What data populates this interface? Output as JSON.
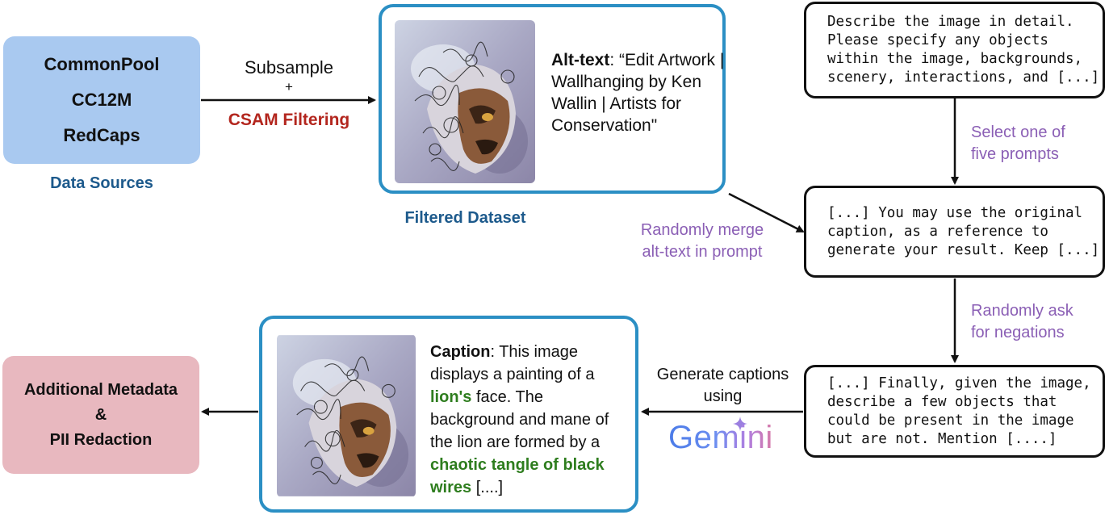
{
  "sources": {
    "items": [
      "CommonPool",
      "CC12M",
      "RedCaps"
    ],
    "label": "Data Sources"
  },
  "arrow1": {
    "top_label": "Subsample",
    "plus": "+",
    "bottom_label": "CSAM Filtering"
  },
  "dataset": {
    "alt_label": "Alt-text",
    "alt_value": ": “Edit Artwork | Wallhanging by Ken Wallin | Artists for Conservation\"",
    "label": "Filtered Dataset"
  },
  "merge_label": [
    "Randomly merge",
    "alt-text in prompt"
  ],
  "prompts": {
    "p1": [
      "Describe the image in detail.",
      "Please specify any objects",
      "within the image, backgrounds,",
      "scenery, interactions, and [...]"
    ],
    "select_label": [
      "Select one of",
      "five prompts"
    ],
    "p2": [
      "[...] You may use the original",
      "caption, as a reference to",
      "generate your result. Keep [...]"
    ],
    "negation_label": [
      "Randomly ask",
      "for negations"
    ],
    "p3": [
      "[...] Finally, given the image,",
      "describe a few objects that",
      "could be present in the image",
      "but are not. Mention [....]"
    ]
  },
  "generate_label": [
    "Generate captions",
    "using"
  ],
  "gemini_logo": "Gemini",
  "caption": {
    "label": "Caption",
    "part1": ": This image displays a painting of a ",
    "highlight1": "lion's",
    "part2": " face. The background and mane of the lion are formed by a ",
    "highlight2": "chaotic tangle of black wires",
    "part3": " [....]"
  },
  "metadata": {
    "lines": [
      "Additional Metadata",
      "&",
      "PII Redaction"
    ]
  },
  "colors": {
    "sources_fill": "#a9c9f0",
    "dataset_border": "#2b8fc4",
    "label_blue": "#1d5a8c",
    "csam_red": "#b3261e",
    "purple": "#8b5fb5",
    "highlight_green": "#2e7d1e",
    "metadata_fill": "#e8b8bf"
  }
}
